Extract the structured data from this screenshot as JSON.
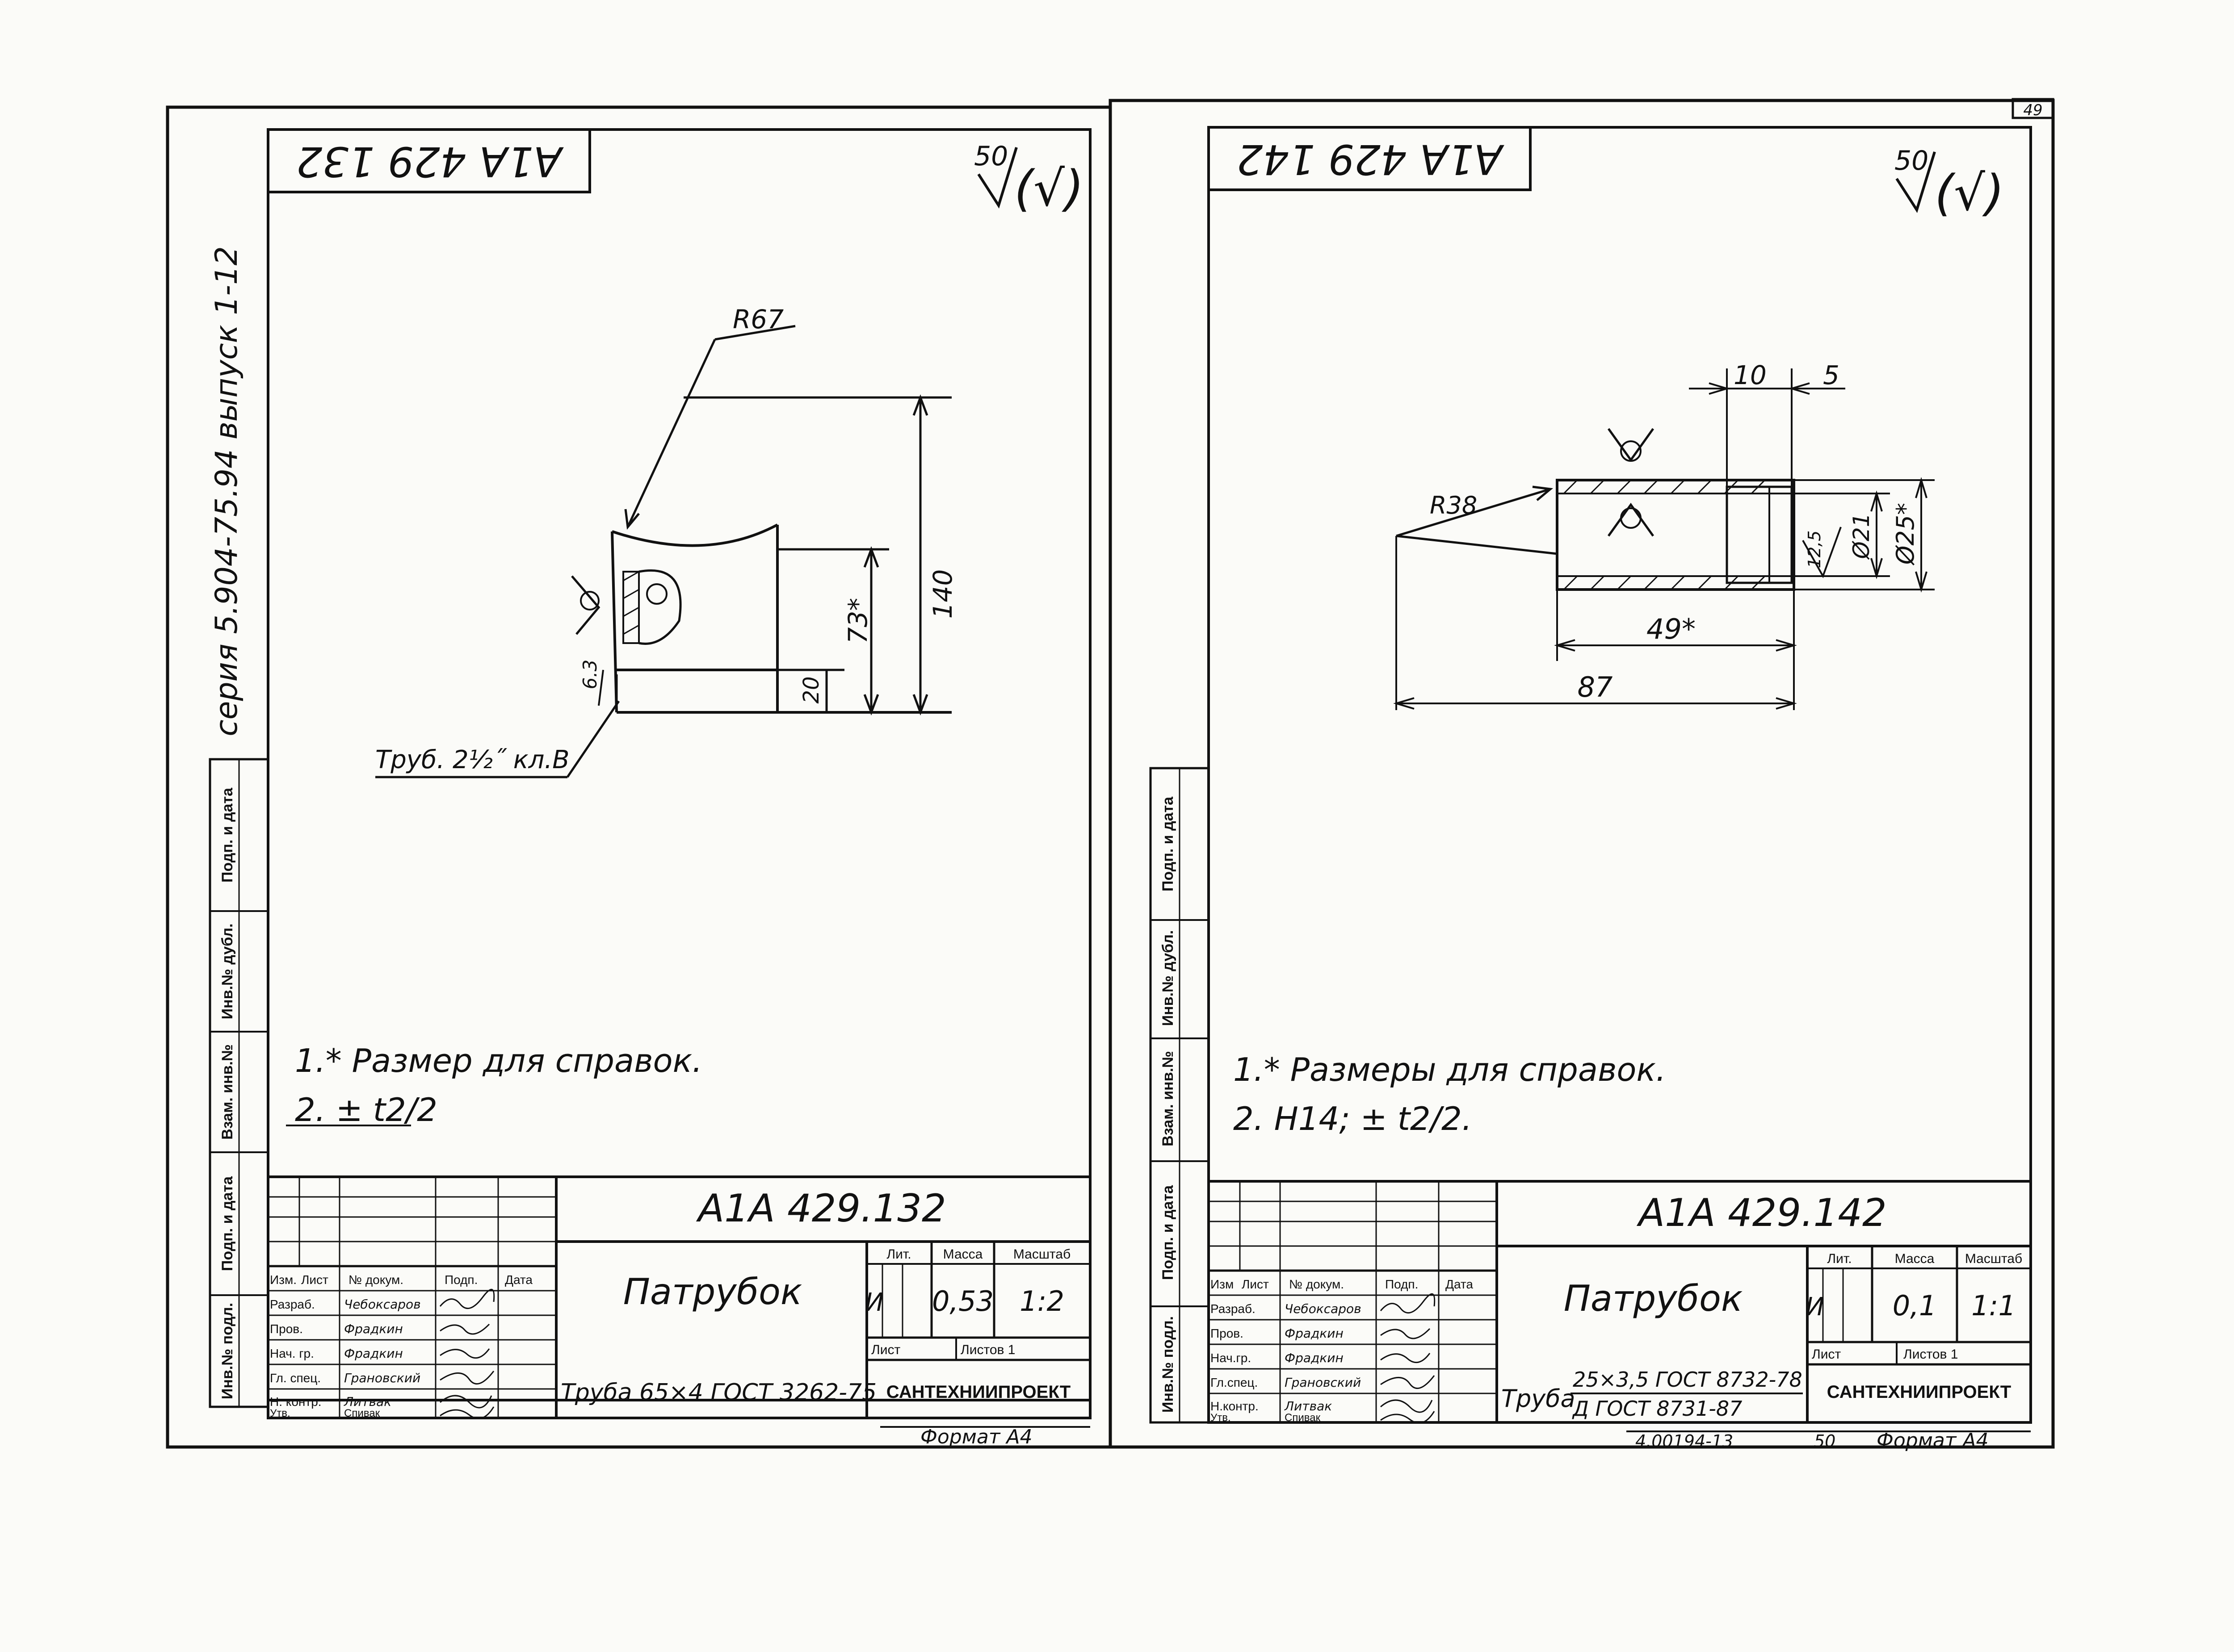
{
  "left_sheet": {
    "stamp_code": "А1А 429 132",
    "roughness": {
      "value": "50",
      "symbol": "(√)"
    },
    "dims": {
      "radius": "R67",
      "height_total": "140",
      "height_ref": "73*",
      "height_low": "20",
      "weld": "6.3"
    },
    "pipe_callout": "Труб. 2½˝ кл.В",
    "side_label": "серия 5.904-75.94 выпуск 1-12",
    "notes": [
      "1.* Размер для справок.",
      "2. ± t2/2"
    ],
    "title_block": {
      "designation": "А1А 429.132",
      "name": "Патрубок",
      "material": "Труба 65×4 ГОСТ 3262-75",
      "organization": "САНТЕХНИИПРОЕКТ",
      "lit_header": "Лит.",
      "mass_header": "Масса",
      "scale_header": "Масштаб",
      "lit": "И",
      "mass": "0,53",
      "scale": "1:2",
      "sheet_label": "Лист",
      "sheets_label": "Листов 1",
      "col_headers": [
        "Изм.",
        "Лист",
        "№ докум.",
        "Подп.",
        "Дата"
      ],
      "roles": [
        {
          "role": "Разраб.",
          "name": "Чебоксаров"
        },
        {
          "role": "Пров.",
          "name": "Фрадкин"
        },
        {
          "role": "Нач. гр.",
          "name": "Фрадкин"
        },
        {
          "role": "Гл. спец.",
          "name": "Грановский"
        },
        {
          "role": "Н. контр.",
          "name": "Литвак"
        },
        {
          "role": "Утв.",
          "name": "Спивак"
        }
      ]
    },
    "format": "Формат А4"
  },
  "right_sheet": {
    "stamp_code": "А1А 429 142",
    "roughness": {
      "value": "50",
      "symbol": "(√)"
    },
    "dims": {
      "radius": "R38",
      "top_a": "10",
      "top_b": "5",
      "d_inner": "Ø21",
      "d_outer": "Ø25*",
      "chamfer": "12,5",
      "length_ref": "49*",
      "length_total": "87"
    },
    "notes": [
      "1.* Размеры для справок.",
      "2. H14; ± t2/2."
    ],
    "title_block": {
      "designation": "А1А 429.142",
      "name": "Патрубок",
      "material_prefix": "Труба",
      "material_top": "25×3,5 ГОСТ 8732-78",
      "material_bottom": "Д ГОСТ 8731-87",
      "organization": "САНТЕХНИИПРОЕКТ",
      "lit_header": "Лит.",
      "mass_header": "Масса",
      "scale_header": "Масштаб",
      "lit": "И",
      "mass": "0,1",
      "scale": "1:1",
      "sheet_label": "Лист",
      "sheets_label": "Листов 1",
      "col_headers": [
        "Изм",
        "Лист",
        "№ докум.",
        "Подп.",
        "Дата"
      ],
      "roles": [
        {
          "role": "Разраб.",
          "name": "Чебоксаров"
        },
        {
          "role": "Пров.",
          "name": "Фрадкин"
        },
        {
          "role": "Нач.гр.",
          "name": "Фрадкин"
        },
        {
          "role": "Гл.спец.",
          "name": "Грановский"
        },
        {
          "role": "Н.контр.",
          "name": "Литвак"
        },
        {
          "role": "Утв.",
          "name": "Спивак"
        }
      ]
    },
    "footer_code": "4.00194-13",
    "page_number": "50",
    "format": "Формат А4"
  },
  "side_strip": [
    "Инв.№ подл.",
    "Подп. и дата",
    "Взам. инв.№",
    "Инв.№ дубл.",
    "Подп. и дата"
  ],
  "corner_page": "49"
}
